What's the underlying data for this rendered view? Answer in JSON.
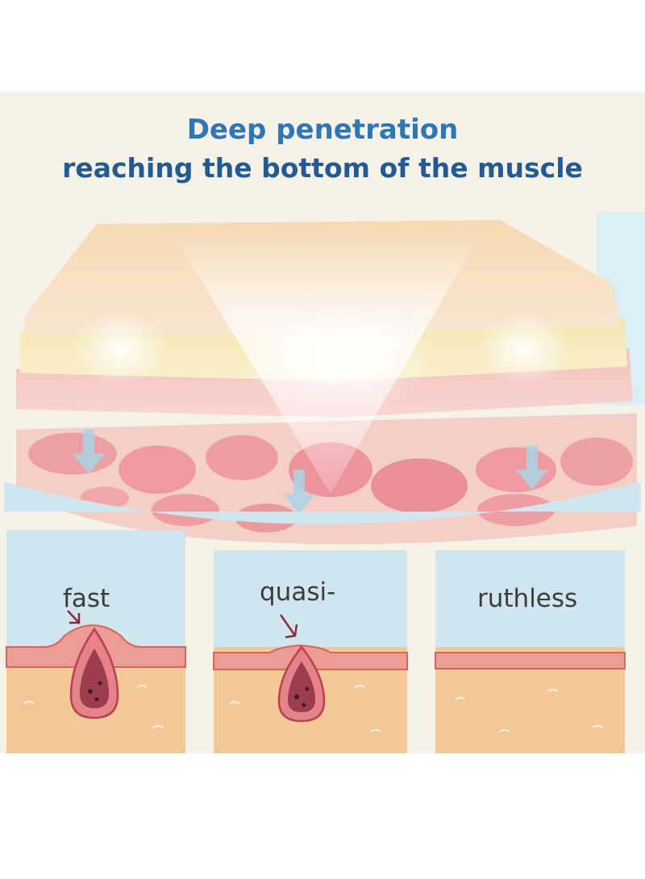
{
  "headline": {
    "line1": "Deep penetration",
    "line2": "reaching the bottom of the muscle"
  },
  "panels": [
    {
      "label": "fast",
      "stage": "raised bump"
    },
    {
      "label": "quasi-",
      "stage": "flattening bump"
    },
    {
      "label": "ruthless",
      "stage": "smooth skin"
    }
  ],
  "colors": {
    "background": "#f6f2e8",
    "headline_primary": "#2f76b4",
    "headline_secondary": "#245a93",
    "sky_blue": "#cfe6ef",
    "skin_pink": "#ec9c93",
    "fat_tan": "#f3c899",
    "pimple": "#9c3c4c"
  },
  "icons": [
    "arrow-down-icon",
    "pointer-arrow-icon"
  ]
}
